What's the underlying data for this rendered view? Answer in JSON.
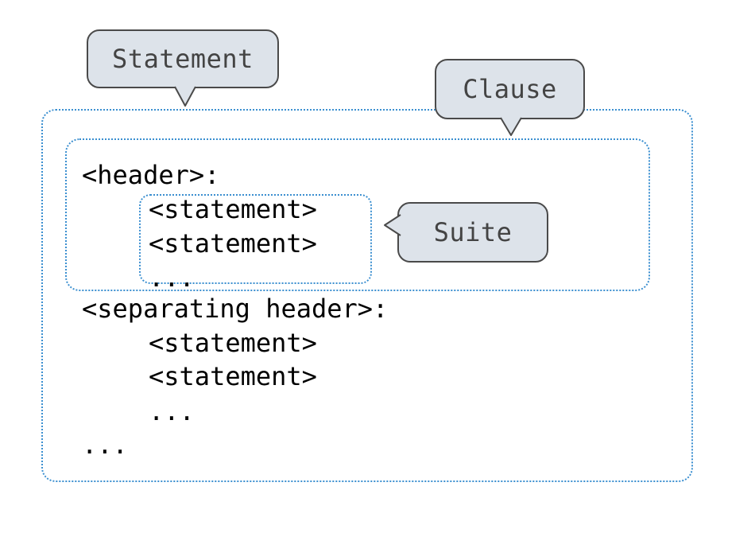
{
  "callouts": {
    "statement": "Statement",
    "clause": "Clause",
    "suite": "Suite"
  },
  "code": {
    "header": "<header>:",
    "suite_line_1": "<statement>",
    "suite_line_2": "<statement>",
    "suite_ellipsis": "...",
    "separating_header": "<separating header>:",
    "line_1": "<statement>",
    "line_2": "<statement>",
    "inner_ellipsis": "...",
    "outer_ellipsis": "..."
  },
  "colors": {
    "box_border": "#3b8fd0",
    "callout_fill": "#dde3ea",
    "callout_border": "#4a4a4a",
    "callout_text": "#444444"
  }
}
